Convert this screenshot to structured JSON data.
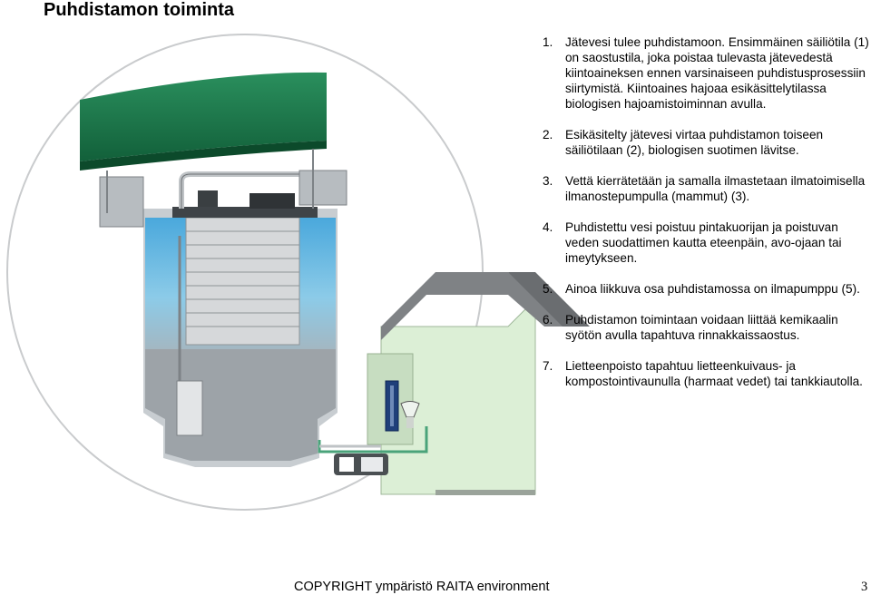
{
  "document": {
    "title": "Puhdistamon toiminta",
    "steps": [
      {
        "num": "1.",
        "text": "Jätevesi tulee puhdistamoon. Ensimmäinen säiliötila (1) on saostustila, joka poistaa tulevasta jätevedestä kiintoaineksen ennen varsinaiseen puhdistusprosessiin siirtymistä. Kiintoaines hajoaa esikäsittelytilassa biologisen hajoamistoiminnan avulla."
      },
      {
        "num": "2.",
        "text": "Esikäsitelty jätevesi virtaa puhdistamon toiseen säiliötilaan (2), biologisen suotimen lävitse."
      },
      {
        "num": "3.",
        "text": "Vettä kierrätetään ja samalla ilmastetaan ilmatoimisella ilmanostepumpulla (mammut) (3)."
      },
      {
        "num": "4.",
        "text": "Puhdistettu vesi poistuu pintakuorijan ja poistuvan veden suodattimen kautta eteenpäin, avo-ojaan tai imeytykseen."
      },
      {
        "num": "5.",
        "text": "Ainoa liikkuva osa puhdistamossa on ilmapumppu (5)."
      },
      {
        "num": "6.",
        "text": "Puhdistamon toimintaan voidaan liittää kemikaalin syötön avulla tapahtuva rinnakkaissaostus."
      },
      {
        "num": "7.",
        "text": "Lietteenpoisto tapahtuu lietteenkuivaus- ja kompostointivaunulla (harmaat vedet) tai tankkiautolla."
      }
    ],
    "footer": "COPYRIGHT ympäristö RAITA environment",
    "page_number": "3"
  },
  "colors": {
    "lid_green": "#1e7a4f",
    "water_blue": "#7ec3e6",
    "tank_gray": "#9da3a8",
    "house_green": "#dcefd6",
    "roof_gray": "#7f8285",
    "pipe_gray": "#bfc3c6"
  }
}
